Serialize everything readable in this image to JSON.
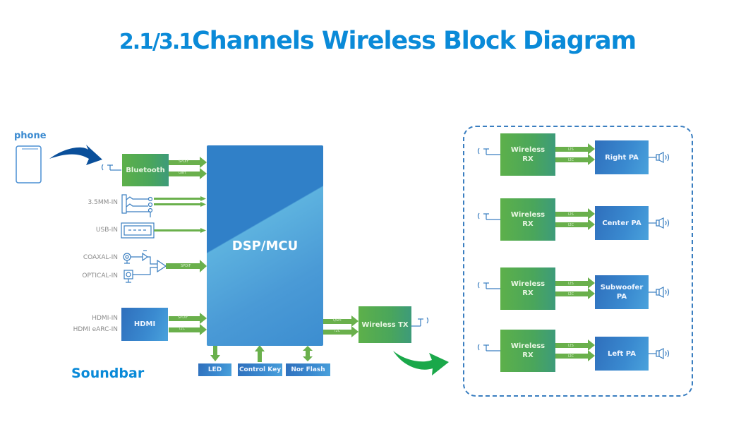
{
  "title": {
    "prefix": "2.1/3.1",
    "main": "Channels Wireless Block Diagram"
  },
  "colors": {
    "title": "#0a8ad8",
    "green_block": "#4fa85a",
    "blue_block": "#3580c8",
    "arrow": "#6ab04c",
    "line": "#3a7ec0"
  },
  "source": {
    "label": "phone",
    "icon": "tablet-icon"
  },
  "soundbar": {
    "label": "Soundbar",
    "bluetooth": {
      "label": "Bluetooth",
      "signals": [
        "SPDIF",
        "Uart"
      ]
    },
    "inputs": {
      "aux": "3.5MM-IN",
      "usb": "USB-IN",
      "coaxial": "COAXAL-IN",
      "optical": "OPTICAL-IN",
      "optical_signal": "SPDIF",
      "hdmi_in": "HDMI-IN",
      "hdmi_earc": "HDMI eARC-IN"
    },
    "hdmi": {
      "label": "HDMI",
      "signals": [
        "SPDIF",
        "I2C"
      ]
    },
    "dsp": {
      "label": "DSP/MCU"
    },
    "peripherals": [
      "LED",
      "Control Key",
      "Nor Flash"
    ],
    "wireless_tx": {
      "label": "Wireless TX",
      "signals": [
        "QSPI",
        "I2C"
      ]
    }
  },
  "receivers": [
    {
      "rx_label": "Wireless\nRX",
      "rx_line1": "Wireless",
      "rx_line2": "RX",
      "signals": [
        "I2S",
        "I2C"
      ],
      "pa_line1": "Right PA",
      "pa_line2": ""
    },
    {
      "rx_label": "Wireless\nRX",
      "rx_line1": "Wireless",
      "rx_line2": "RX",
      "signals": [
        "I2S",
        "I2C"
      ],
      "pa_line1": "Center PA",
      "pa_line2": ""
    },
    {
      "rx_label": "Wireless\nRX",
      "rx_line1": "Wireless",
      "rx_line2": "RX",
      "signals": [
        "I2S",
        "I2C"
      ],
      "pa_line1": "Subwoofer",
      "pa_line2": "PA"
    },
    {
      "rx_label": "Wireless\nRX",
      "rx_line1": "Wireless",
      "rx_line2": "RX",
      "signals": [
        "I2S",
        "I2C"
      ],
      "pa_line1": "Left PA",
      "pa_line2": ""
    }
  ]
}
